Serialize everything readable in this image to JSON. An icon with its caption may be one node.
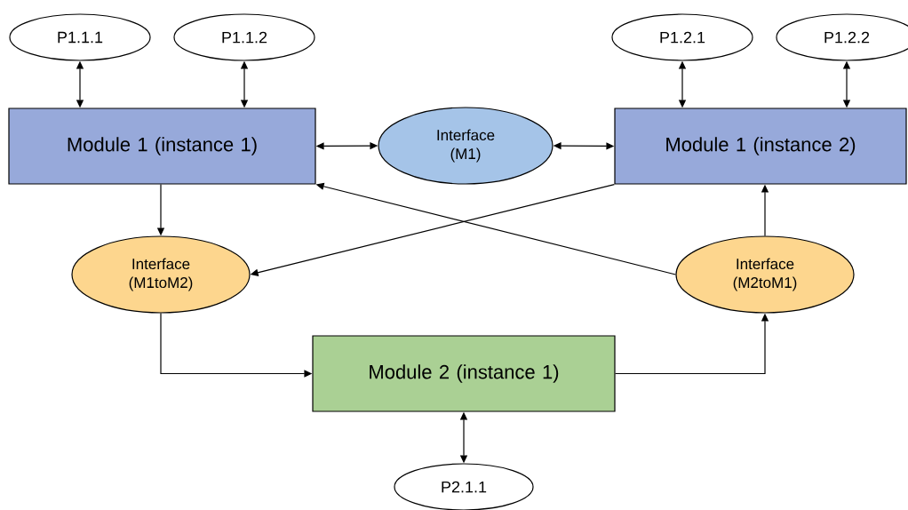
{
  "diagram": {
    "nodes": [
      {
        "text": [
          "P1.1.1"
        ]
      },
      {
        "text": [
          "P1.1.2"
        ]
      },
      {
        "text": [
          "P1.2.1"
        ]
      },
      {
        "text": [
          "P1.2.2"
        ]
      },
      {
        "text": [
          "Module 1 (instance 1)"
        ]
      },
      {
        "text": [
          "Interface (M1)"
        ]
      },
      {
        "text": [
          "Module 1 (instance 2)"
        ]
      },
      {
        "text": [
          "Interface (M1toM2)"
        ]
      },
      {
        "text": [
          "Interface (M2toM1)"
        ]
      },
      {
        "text": [
          "Module 2 (instance 1)"
        ]
      },
      {
        "text": [
          "P2.1.1"
        ]
      }
    ],
    "edges": [
      {
        "from": 0,
        "to": 4,
        "arrow": "both"
      },
      {
        "from": 1,
        "to": 4,
        "arrow": "both"
      },
      {
        "from": 2,
        "to": 6,
        "arrow": "both"
      },
      {
        "from": 3,
        "to": 6,
        "arrow": "both"
      },
      {
        "from": 4,
        "to": 5,
        "arrow": "both"
      },
      {
        "from": 5,
        "to": 6,
        "arrow": "both"
      },
      {
        "from": 4,
        "to": 7,
        "arrow": "to"
      },
      {
        "from": 6,
        "to": 7,
        "arrow": "to"
      },
      {
        "from": 8,
        "to": 4,
        "arrow": "to"
      },
      {
        "from": 7,
        "to": 9,
        "arrow": "to"
      },
      {
        "from": 9,
        "to": 8,
        "arrow": "to"
      },
      {
        "from": 8,
        "to": 6,
        "arrow": "to"
      },
      {
        "from": 9,
        "to": 10,
        "arrow": "both"
      }
    ]
  }
}
